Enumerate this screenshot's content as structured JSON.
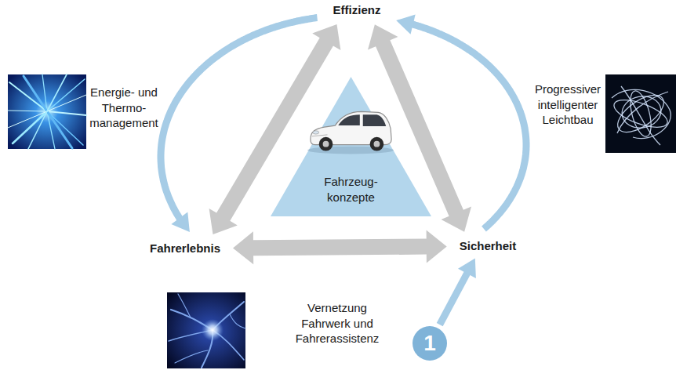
{
  "diagram": {
    "nodes": [
      {
        "text": [
          "Effizienz"
        ]
      },
      {
        "text": [
          "Fahrzeug- konzepte"
        ]
      },
      {
        "text": [
          "Fahrerlebnis"
        ]
      },
      {
        "text": [
          "Sicherheit"
        ]
      },
      {
        "text": [
          "1"
        ]
      }
    ],
    "edges": [
      {
        "from": 0,
        "to": 2,
        "arrow": "both"
      },
      {
        "from": 0,
        "to": 3,
        "arrow": "both"
      },
      {
        "from": 2,
        "to": 3,
        "arrow": "both"
      },
      {
        "from": 0,
        "to": 2,
        "arrow": "to"
      },
      {
        "from": 3,
        "to": 0,
        "arrow": "to"
      },
      {
        "from": 4,
        "to": 3,
        "arrow": "to"
      }
    ],
    "labels": [
      "Energie- und Thermo- management",
      "Progressiver intelligenter Leichtbau",
      "Vernetzung Fahrwerk und Fahrerassistenz"
    ]
  }
}
